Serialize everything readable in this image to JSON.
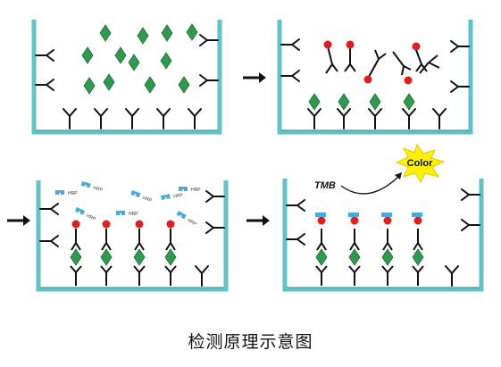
{
  "caption": "检测原理示意图",
  "labels": {
    "tmb": "TMB",
    "color": "Color",
    "hrp": "HRP"
  },
  "colors": {
    "well_border": "#5fc3c8",
    "well_fill": "#d9f1f2",
    "antigen": "#2e9a4e",
    "red_ball": "#e01e1e",
    "enzyme": "#4aa8e0",
    "burst": "#fff200",
    "text": "#111111"
  },
  "panels": [
    {
      "name": "panel-1-capture"
    },
    {
      "name": "panel-2-detection-antibody"
    },
    {
      "name": "panel-3-enzyme-conjugate"
    },
    {
      "name": "panel-4-substrate-color"
    }
  ],
  "arrows": [
    {
      "name": "arrow-1-to-2"
    },
    {
      "name": "arrow-2-to-3"
    },
    {
      "name": "arrow-3-to-4"
    }
  ]
}
